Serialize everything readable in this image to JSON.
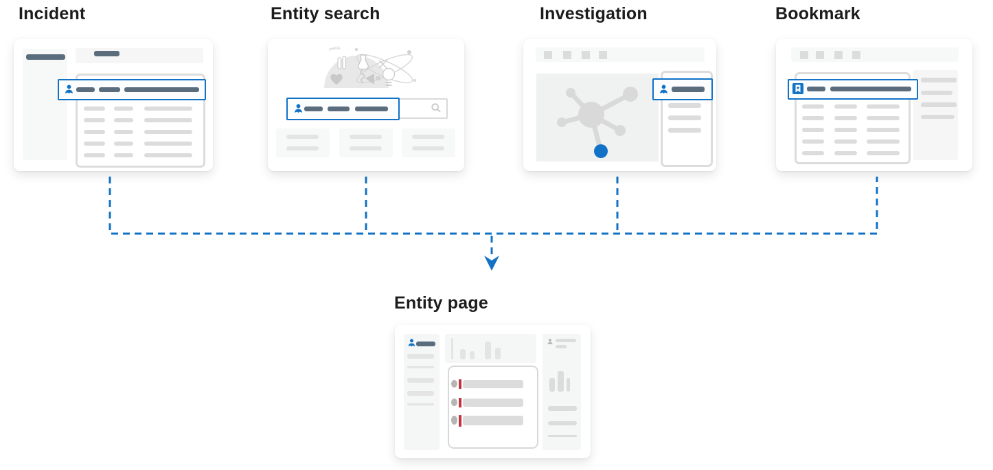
{
  "colors": {
    "accent_blue": "#1172c6",
    "slate_bar": "#5b6c7d",
    "placeholder_gray": "#dcdcdc",
    "placeholder_light": "#e4e4e4",
    "panel_gray": "#f6f6f6",
    "graph_panel_gray": "#f0f1f1",
    "highlight_bg": "#fbfdff",
    "outline_gray": "#dcdcdc",
    "alert_red": "#c4323e",
    "node_gray": "#d9d9d9",
    "muted_icon_gray": "#b5b5b5",
    "title_text": "#1c1c1c"
  },
  "sources": [
    {
      "id": "incident",
      "title": "Incident",
      "highlight_icon": "person-icon"
    },
    {
      "id": "entity-search",
      "title": "Entity search",
      "highlight_icon": "person-icon"
    },
    {
      "id": "investigation",
      "title": "Investigation",
      "highlight_icon": "person-icon"
    },
    {
      "id": "bookmark",
      "title": "Bookmark",
      "highlight_icon": "bookmark-icon"
    }
  ],
  "target": {
    "id": "entity-page",
    "title": "Entity page",
    "highlight_icon": "person-icon"
  },
  "connector": {
    "style": "dashed",
    "direction": "down",
    "arrow": "arrow-down-icon"
  }
}
